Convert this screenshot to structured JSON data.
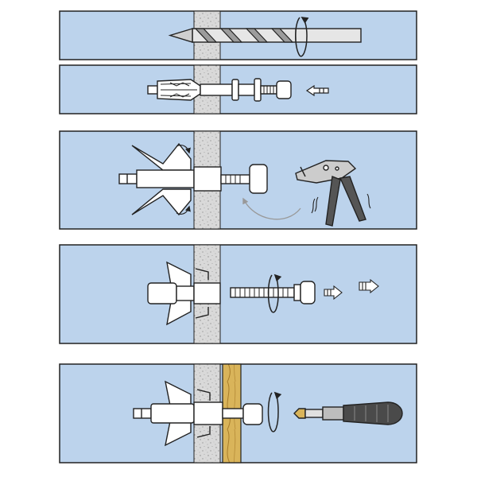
{
  "figure": {
    "background": "#ffffff",
    "panel_fill": "#bcd3ec",
    "outline": "#222222",
    "wall_fill": "#d8d8d8",
    "wood_fill": "#d9b45a",
    "arrow_fill": "#ffffff"
  },
  "steps": [
    {
      "name": "drill-hole"
    },
    {
      "name": "insert-anchor"
    },
    {
      "name": "expand-with-setting-tool"
    },
    {
      "name": "remove-screw"
    },
    {
      "name": "fasten-item"
    }
  ]
}
